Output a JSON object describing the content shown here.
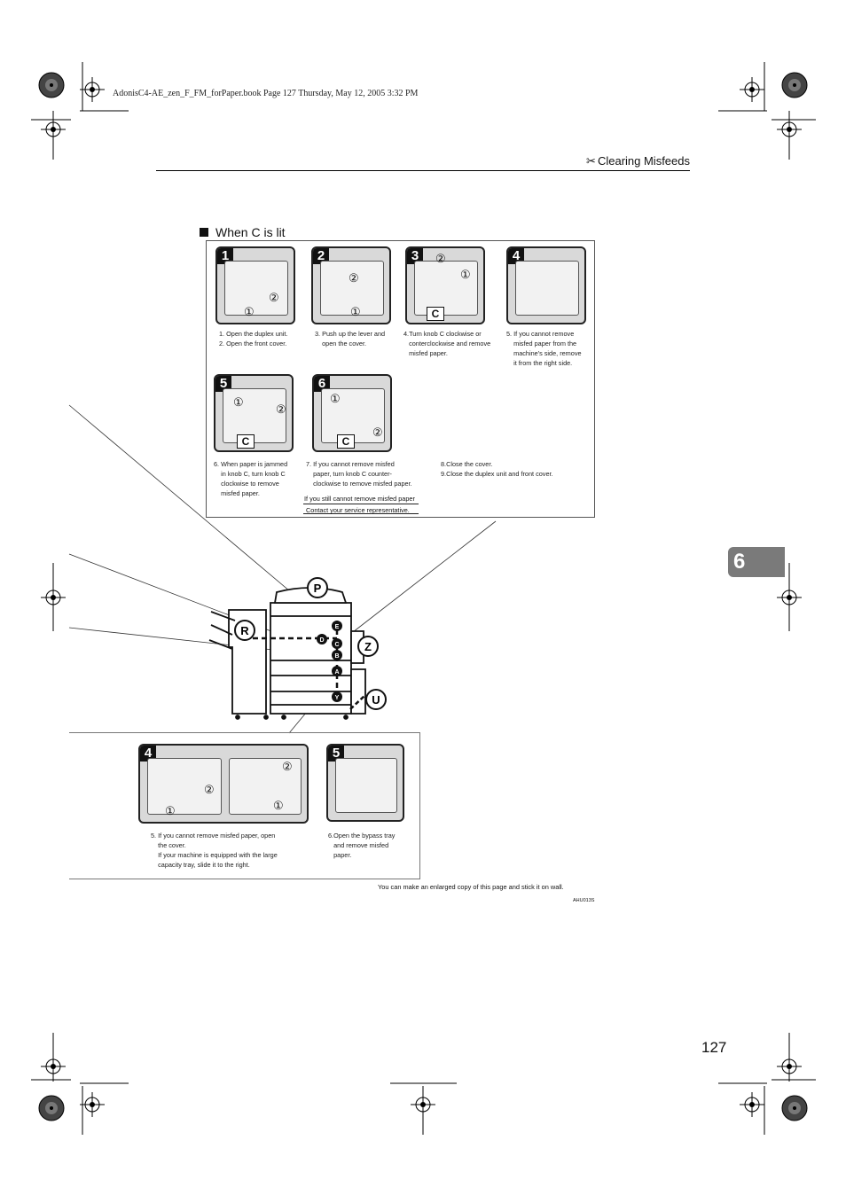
{
  "print_info": "AdonisC4-AE_zen_F_FM_forPaper.book  Page 127  Thursday, May 12, 2005  3:32 PM",
  "header": {
    "title": "Clearing Misfeeds"
  },
  "section_heading": "When C is lit",
  "steps_top": [
    {
      "num": "1",
      "caption": "1. Open the duplex unit.\n2. Open the front cover."
    },
    {
      "num": "2",
      "caption": "3. Push up the lever and\n    open the cover."
    },
    {
      "num": "3",
      "caption": "4.Turn knob C clockwise or\n   conterclockwise and remove\n   misfed paper."
    },
    {
      "num": "4",
      "caption": "5. If you cannot remove\n    misfed paper from the\n    machine's side, remove\n    it from the right side."
    }
  ],
  "steps_middle": [
    {
      "num": "5",
      "caption": "6. When paper is jammed\n    in knob C, turn knob C\n    clockwise to remove\n    misfed paper."
    },
    {
      "num": "6",
      "caption": "7. If you cannot remove misfed\n    paper, turn knob C counter-\n    clockwise to remove misfed paper."
    }
  ],
  "final_steps": "8.Close the cover.\n9.Close the duplex unit and front cover.",
  "note": {
    "condition": "If you still cannot remove misfed paper",
    "action": "Contact your service representative."
  },
  "machine_labels": [
    "P",
    "R",
    "E",
    "D",
    "C",
    "B",
    "A",
    "Y",
    "Z",
    "U"
  ],
  "steps_bottom": [
    {
      "num": "4",
      "caption": "5. If you cannot remove misfed paper, open\n    the cover.\n    If your machine is equipped with the large\n    capacity tray, slide it to the right."
    },
    {
      "num": "5",
      "caption": "6.Open the bypass tray\n   and remove misfed\n   paper."
    }
  ],
  "knob_label": "C",
  "circled": {
    "one": "①",
    "two": "②"
  },
  "footer_note": "You can make an enlarged copy of this page and stick it on wall.",
  "figure_code": "AHU013S",
  "chapter_tab": "6",
  "page_number": "127"
}
